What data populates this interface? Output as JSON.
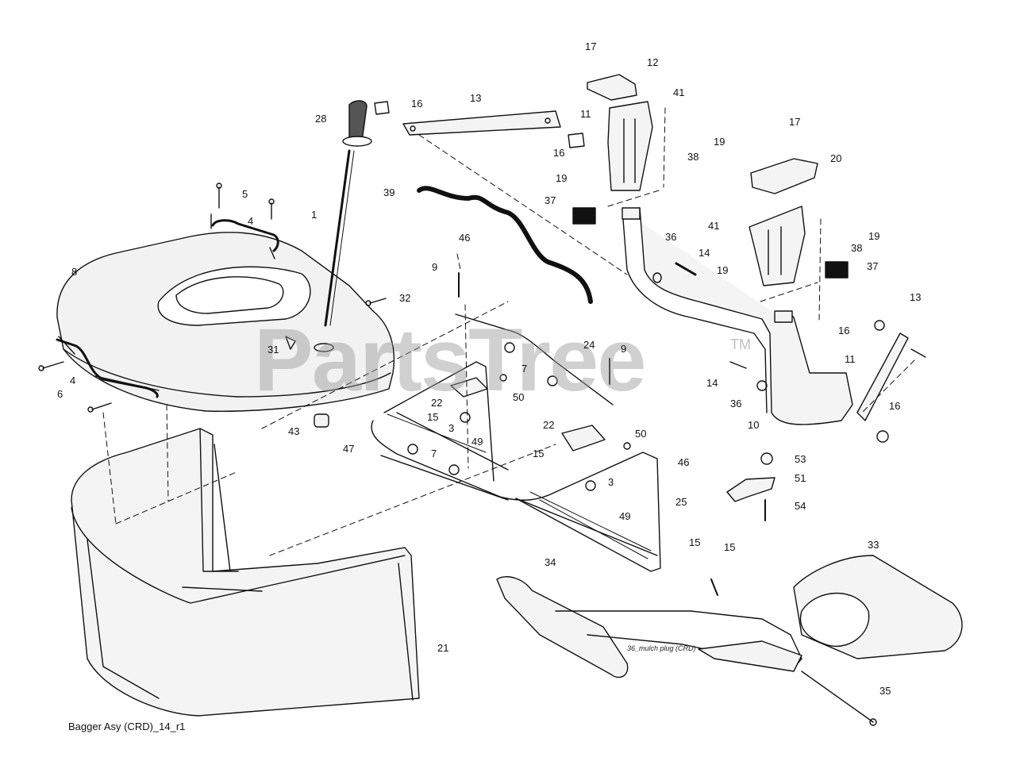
{
  "diagram": {
    "caption": "Bagger Asy (CRD)_14_r1",
    "watermark": "PartsTree",
    "trademark": "TM",
    "mulch_plug_note": "36_mulch plug (CRD)",
    "callouts": [
      "1",
      "3",
      "3",
      "4",
      "4",
      "5",
      "6",
      "7",
      "7",
      "8",
      "9",
      "9",
      "10",
      "11",
      "11",
      "12",
      "13",
      "13",
      "14",
      "14",
      "15",
      "15",
      "15",
      "15",
      "16",
      "16",
      "16",
      "16",
      "17",
      "17",
      "19",
      "19",
      "19",
      "19",
      "20",
      "21",
      "22",
      "22",
      "24",
      "25",
      "28",
      "31",
      "32",
      "33",
      "34",
      "35",
      "36",
      "36",
      "37",
      "37",
      "38",
      "38",
      "39",
      "41",
      "41",
      "43",
      "46",
      "46",
      "47",
      "49",
      "49",
      "50",
      "50",
      "51",
      "53",
      "54"
    ]
  }
}
